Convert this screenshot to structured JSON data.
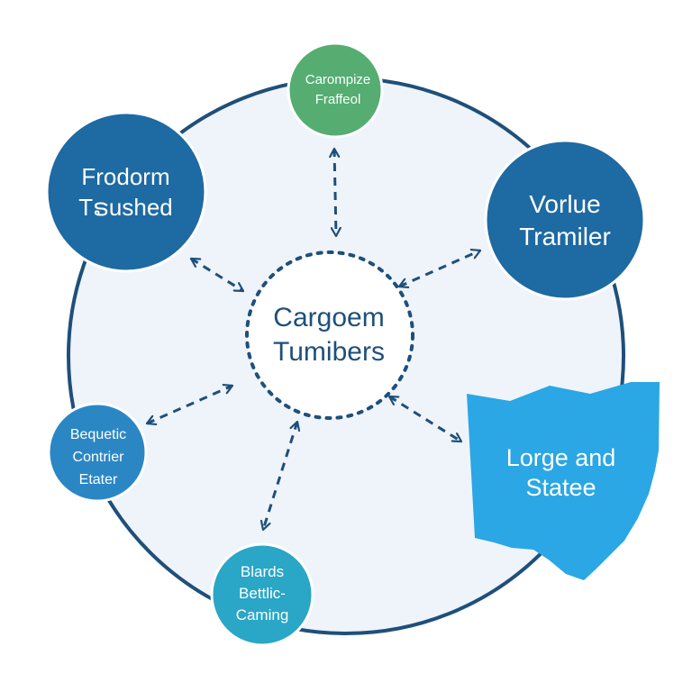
{
  "nodes": {
    "top": {
      "lines": [
        "Carompize",
        "Fraffeol"
      ],
      "color": "#55ad72"
    },
    "upper_left": {
      "lines": [
        "Frodorm",
        "Tຣushed"
      ],
      "color": "#1e6aa3"
    },
    "upper_right": {
      "lines": [
        "Vorlue",
        "Tramiler"
      ],
      "color": "#1e6aa3"
    },
    "center": {
      "lines": [
        "Cargoem",
        "Tumibers"
      ],
      "color": "#1f4f7a"
    },
    "left": {
      "lines": [
        "Bequetic",
        "Contrier",
        "Etater"
      ],
      "color": "#2b87c4"
    },
    "bottom": {
      "lines": [
        "Blards",
        "Bettlic-",
        "Caming"
      ],
      "color": "#2aa6c6"
    },
    "state": {
      "lines": [
        "Lorge and",
        "Statee"
      ],
      "color": "#2aa7e4"
    }
  },
  "colors": {
    "ring": "#1f4f7a",
    "ring_fill": "#eef4fa",
    "connector": "#1f4f7a"
  }
}
